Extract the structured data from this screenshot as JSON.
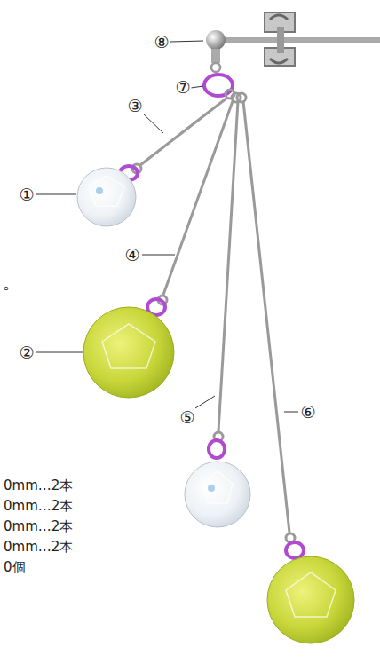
{
  "diagram": {
    "labels": [
      "⑧",
      "⑦",
      "③",
      "①",
      "。",
      "④",
      "②",
      "⑤",
      "⑥",
      "0mm…2本",
      "0mm…2本",
      "0mm…2本",
      "0mm…2本",
      "0個"
    ]
  }
}
